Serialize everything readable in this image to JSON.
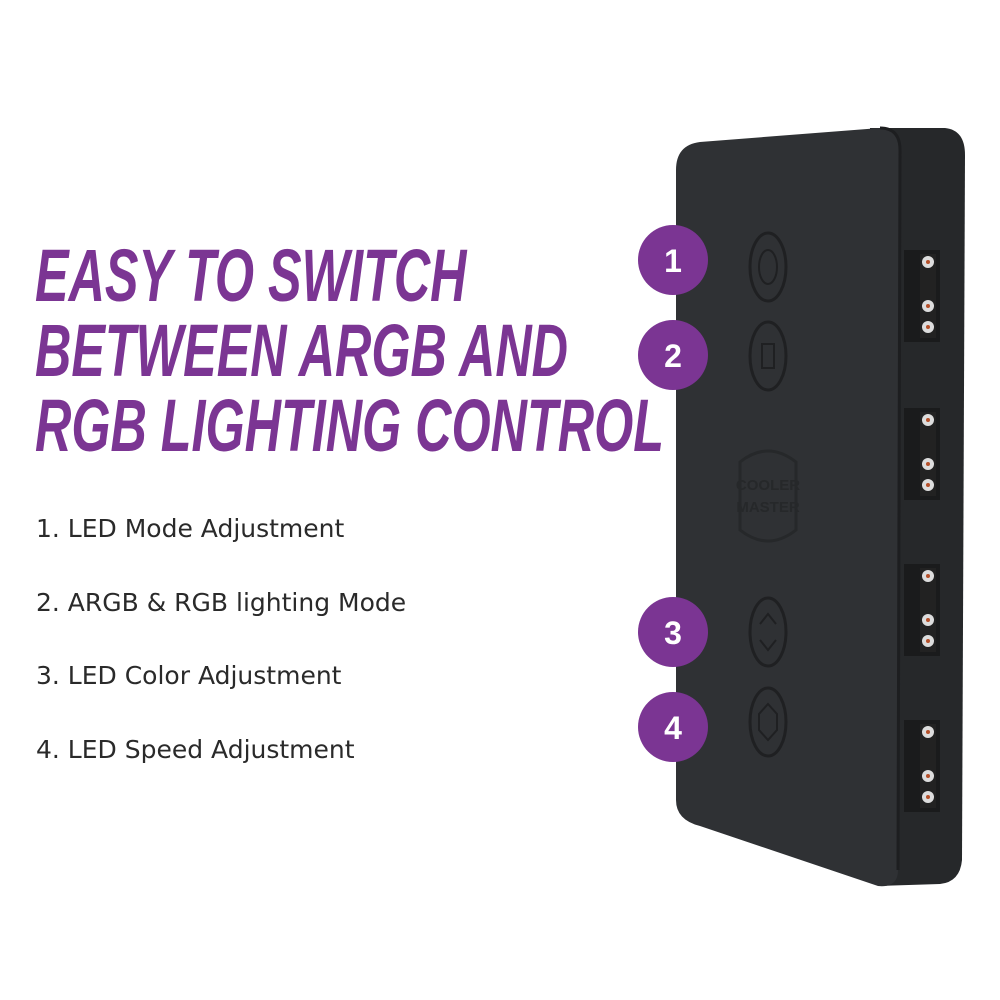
{
  "headline": {
    "lines": [
      "EASY TO SWITCH",
      "BETWEEN ARGB AND",
      "RGB LIGHTING CONTROL"
    ],
    "color": "#7b3593"
  },
  "features": [
    "1. LED Mode Adjustment",
    "2. ARGB & RGB lighting Mode",
    "3. LED Color Adjustment",
    "4. LED Speed Adjustment"
  ],
  "device": {
    "badges": [
      "1",
      "2",
      "3",
      "4"
    ],
    "button_icons": [
      "circle-icon",
      "square-icon",
      "up-down-arrows-icon",
      "left-right-arrows-icon"
    ],
    "logo": [
      "COOLER",
      "MASTER"
    ],
    "body_color": "#2e3033",
    "badge_color": "#7b3593"
  }
}
